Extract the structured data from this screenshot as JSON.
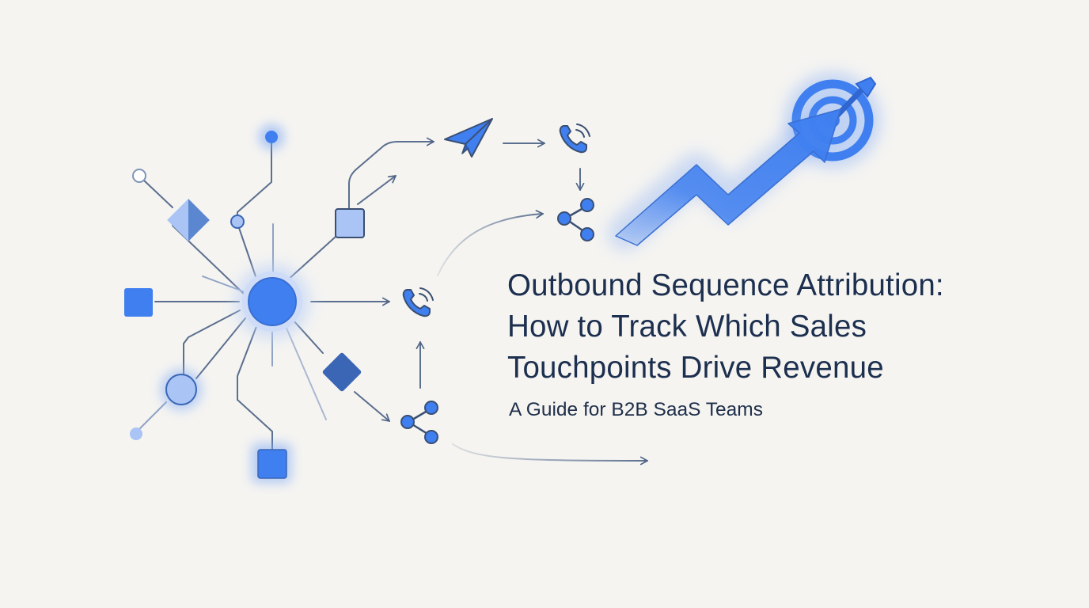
{
  "colors": {
    "background": "#f5f4f1",
    "line": "#5b6f8e",
    "accent": "#3f7ff0",
    "accent_light": "#a9c4f5",
    "accent_dark": "#3a66b5",
    "navy": "#1d2f4f"
  },
  "icons": [
    "paper-plane-icon",
    "phone-icon",
    "share-icon",
    "target-icon",
    "arrow-icon",
    "growth-arrow-icon",
    "hub-node-icon"
  ],
  "title": {
    "lines": [
      "Outbound Sequence Attribution:",
      "How to Track Which Sales",
      "Touchpoints Drive Revenue"
    ]
  },
  "subtitle": "A Guide for B2B SaaS Teams"
}
